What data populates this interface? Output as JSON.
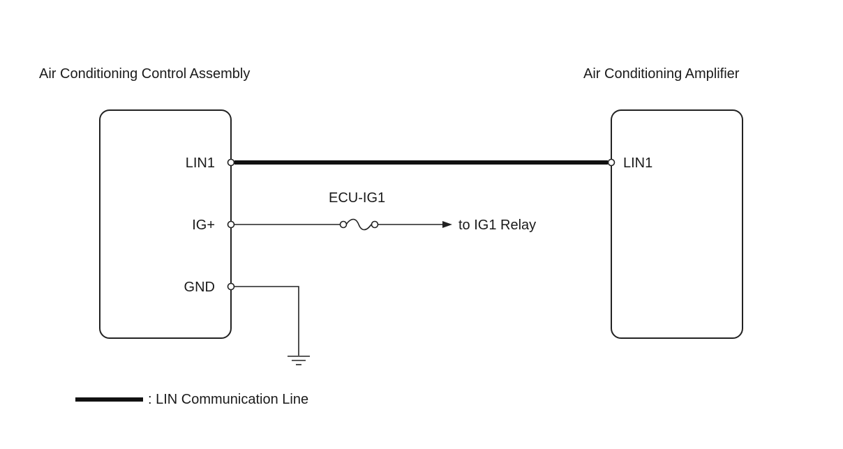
{
  "labels": {
    "left_assembly": "Air Conditioning Control Assembly",
    "right_assembly": "Air Conditioning Amplifier",
    "fuse": "ECU-IG1",
    "relay_destination": "to IG1 Relay"
  },
  "left_terminals": {
    "lin1": "LIN1",
    "ig_plus": "IG+",
    "gnd": "GND"
  },
  "right_terminals": {
    "lin1": "LIN1"
  },
  "legend": {
    "lin_line_label": ": LIN Communication Line"
  }
}
